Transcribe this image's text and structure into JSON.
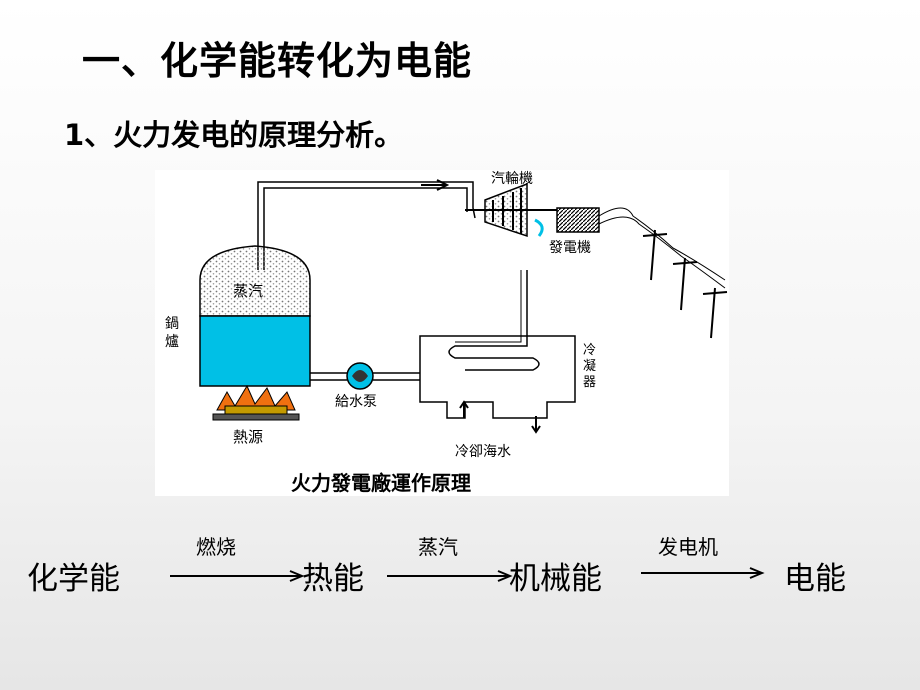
{
  "slide": {
    "title": "一、化学能转化为电能",
    "subtitle": "1、火力发电的原理分析。"
  },
  "diagram": {
    "caption": "火力發電廠運作原理",
    "labels": {
      "turbine": "汽輪機",
      "generator": "發電機",
      "steam": "蒸汽",
      "boiler": "鍋爐",
      "condenser": "冷凝器",
      "pump": "給水泵",
      "heat_source": "熱源",
      "cooling_water": "冷卻海水"
    },
    "colors": {
      "water": "#00c0e6",
      "fire": "#f07010",
      "line": "#000000"
    }
  },
  "energy_chain": {
    "forms": [
      "化学能",
      "热能",
      "机械能",
      "电能"
    ],
    "processes": [
      "燃烧",
      "蒸汽",
      "发电机"
    ]
  }
}
